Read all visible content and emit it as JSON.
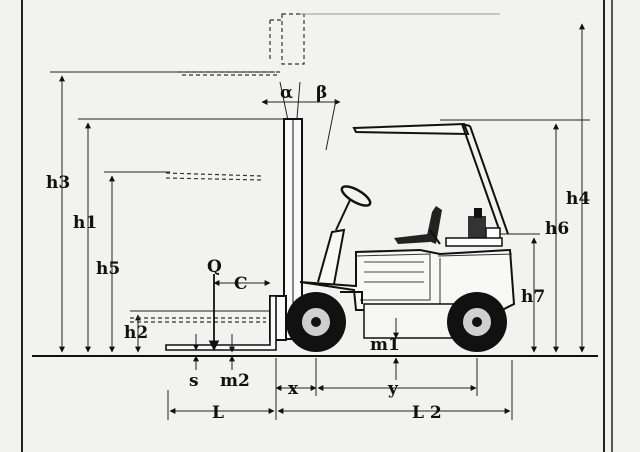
{
  "labels": {
    "h3": "h3",
    "h1": "h1",
    "h5": "h5",
    "h2": "h2",
    "h4": "h4",
    "h6": "h6",
    "h7": "h7",
    "Q": "Q",
    "C": "C",
    "alpha": "α",
    "beta": "β",
    "s": "s",
    "m2": "m2",
    "m1": "m1",
    "x": "x",
    "y": "y",
    "L": "L",
    "L2": "L 2"
  },
  "colors": {
    "paper": "#f2f2f0",
    "ink": "#111111",
    "wheel_hub": "#cfcfcf"
  }
}
